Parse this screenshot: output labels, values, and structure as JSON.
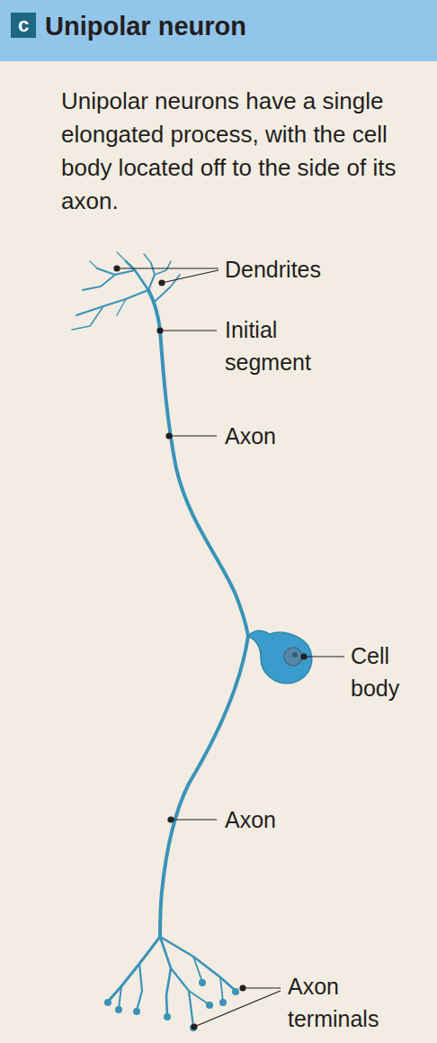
{
  "diagram": {
    "title": "Unipolar neuron",
    "caption": "Unipolar neurons have a single elongated process, with the cell body located off to the side of its axon.",
    "labels": [
      "c",
      "Dendrites",
      "Initial segment",
      "Axon",
      "Cell body",
      "Axon",
      "Axon terminals"
    ]
  }
}
